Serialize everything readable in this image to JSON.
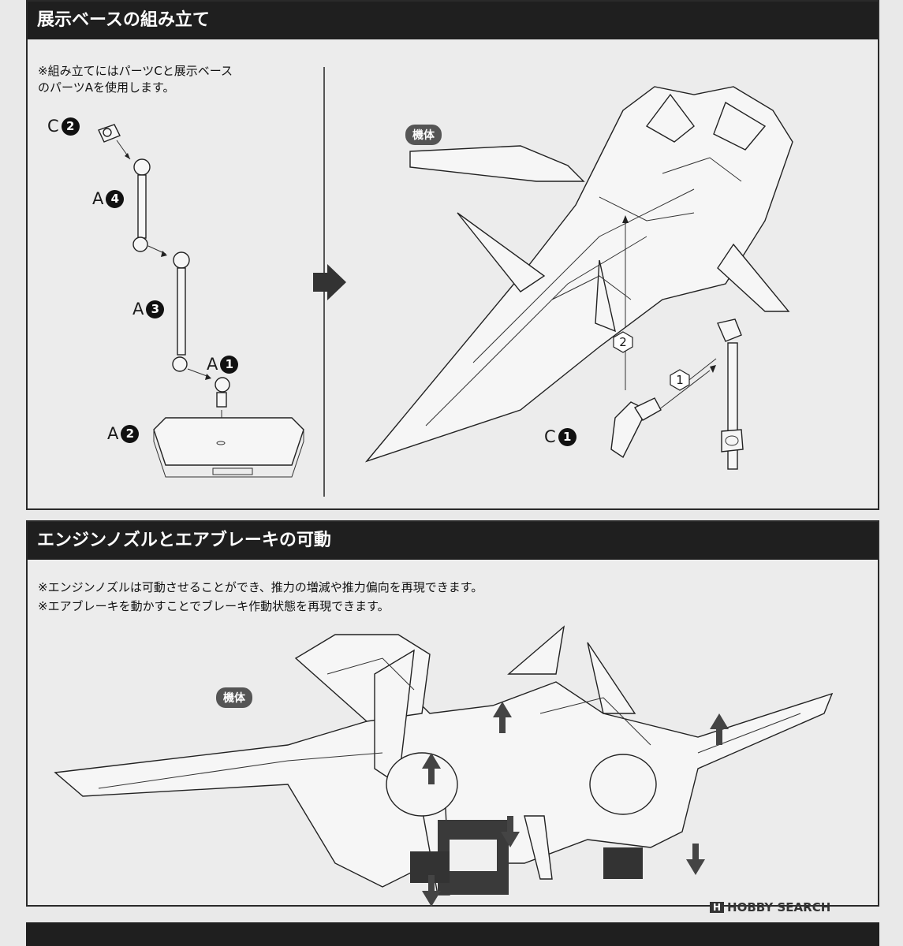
{
  "section1": {
    "title": "展示ベースの組み立て",
    "note": "※組み立てにはパーツCと展示ベース\nのパーツAを使用します。",
    "labels": {
      "c2": {
        "letter": "C",
        "num": "2"
      },
      "a4": {
        "letter": "A",
        "num": "4"
      },
      "a3": {
        "letter": "A",
        "num": "3"
      },
      "a1": {
        "letter": "A",
        "num": "1"
      },
      "a2": {
        "letter": "A",
        "num": "2"
      },
      "c1": {
        "letter": "C",
        "num": "1"
      }
    },
    "steps": {
      "step2": "2",
      "step1": "1"
    },
    "body_tag": "機体"
  },
  "section2": {
    "title": "エンジンノズルとエアブレーキの可動",
    "note1": "※エンジンノズルは可動させることができ、推力の増減や推力偏向を再現できます。",
    "note2": "※エアブレーキを動かすことでブレーキ作動状態を再現できます。",
    "body_tag": "機体"
  },
  "watermark": {
    "box": "H",
    "text": "HOBBY SEARCH"
  },
  "icons": [
    "step-arrow-icon",
    "stand-base-icon",
    "aircraft-icon",
    "rotate-arrow-icon"
  ]
}
